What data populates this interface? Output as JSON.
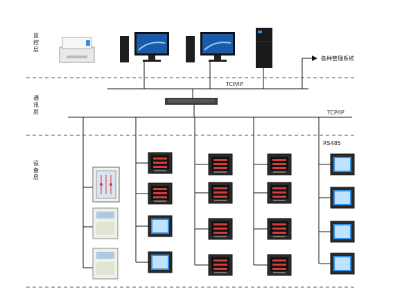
{
  "layers": {
    "monitor": "监控层",
    "comm": "通讯层",
    "device": "设备层"
  },
  "labels": {
    "tcp_top": "TCP/IP",
    "tcp_mid": "TCP/IP",
    "rs485": "RS485",
    "other_systems": "各种管理系统"
  },
  "meters": {
    "col1": [
      "dark",
      "dark",
      "blue",
      "blue"
    ],
    "col2": [
      "dark",
      "dark",
      "dark",
      "dark"
    ],
    "col3": [
      "dark",
      "dark",
      "dark",
      "dark"
    ],
    "col4": [
      "blue",
      "blue",
      "blue",
      "blue"
    ]
  },
  "colors": {
    "accent_blue": "#2f8fe6",
    "line": "#111111",
    "dashed": "#555555"
  }
}
